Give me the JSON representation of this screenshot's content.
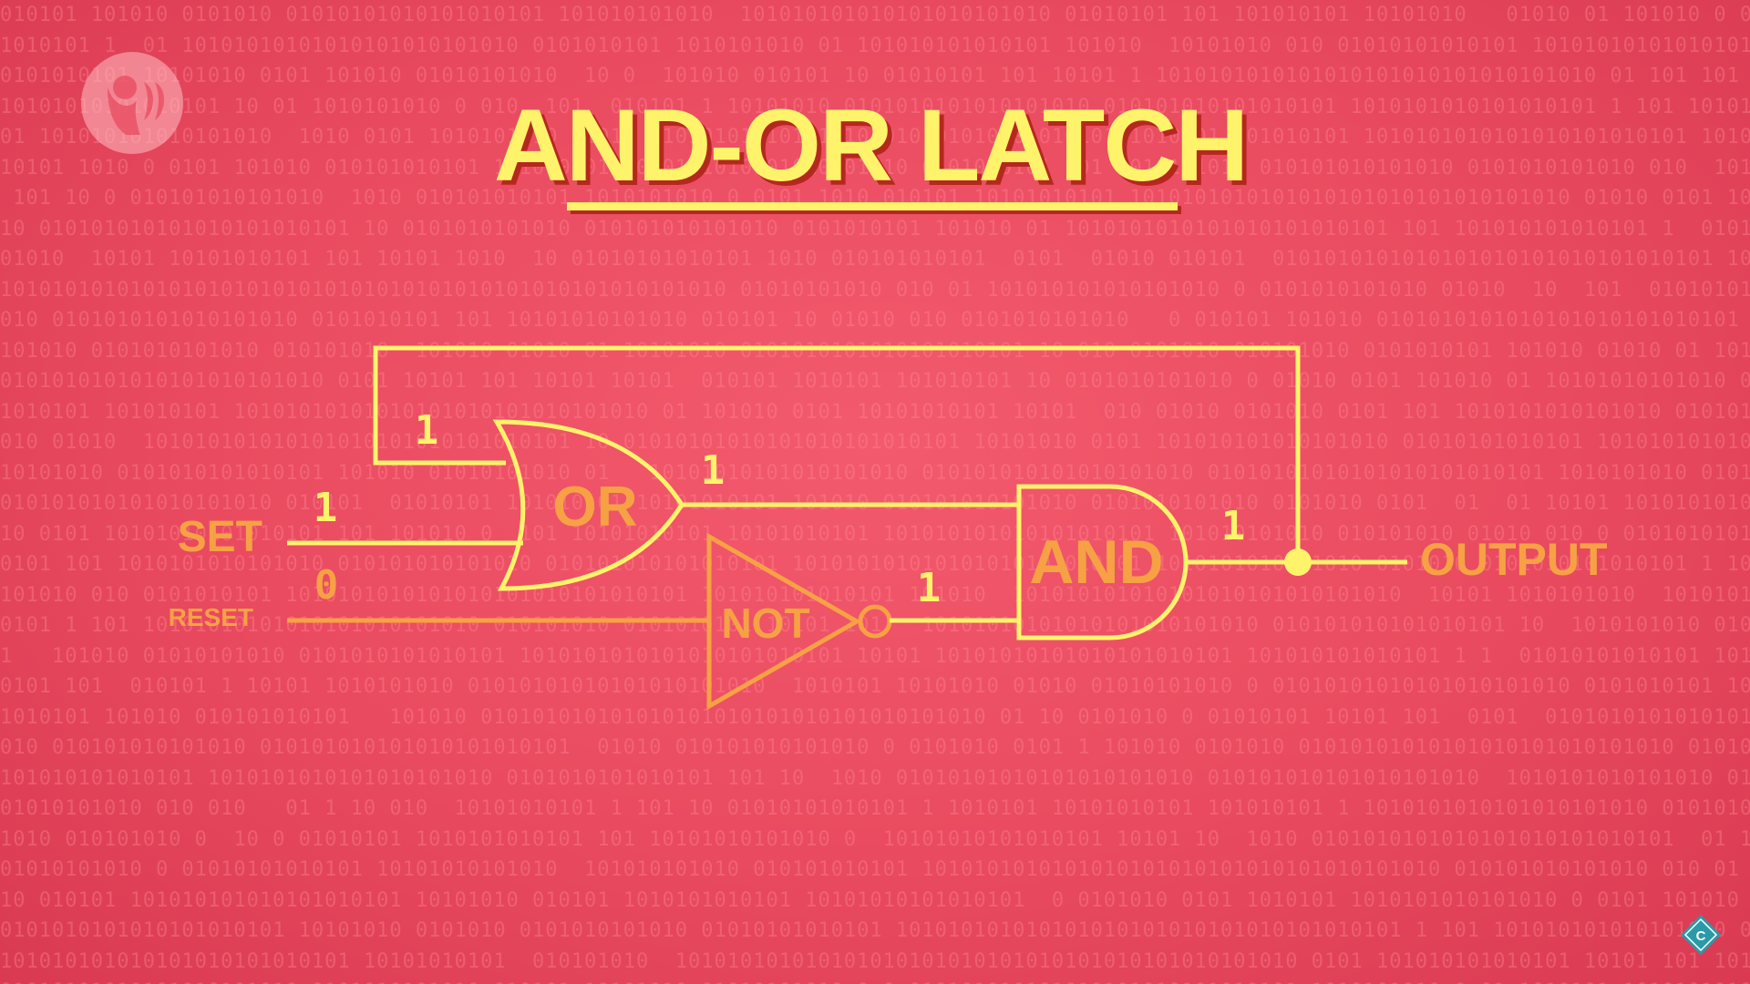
{
  "title": "AND-OR LATCH",
  "gates": {
    "or_label": "OR",
    "and_label": "AND",
    "not_label": "NOT"
  },
  "inputs": {
    "set_label": "SET",
    "reset_label": "RESET"
  },
  "output_label": "OUTPUT",
  "values": {
    "feedback_in": "1",
    "set_value": "1",
    "reset_value": "0",
    "or_out": "1",
    "not_out": "1",
    "and_out": "1"
  },
  "colors": {
    "background": "#e94a5f",
    "wire_active": "#fff36b",
    "wire_inactive": "#f7a145",
    "title": "#fff36b",
    "title_shadow": "#b5281f",
    "label_orange": "#f7a145"
  },
  "icons": {
    "top_left": "pbs-logo",
    "bottom_right": "crash-course-logo"
  }
}
